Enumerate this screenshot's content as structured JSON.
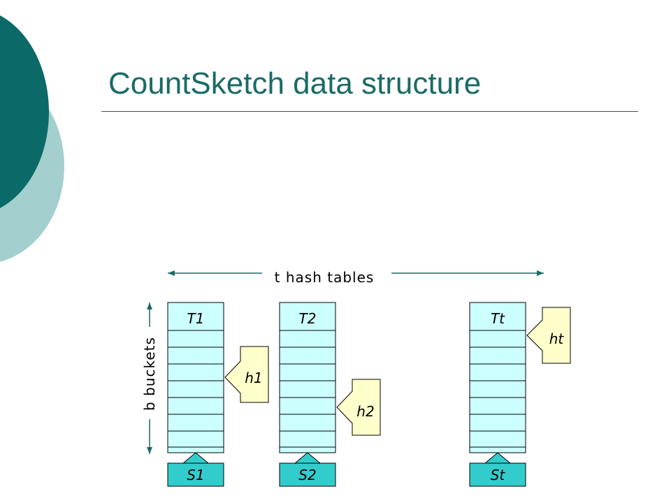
{
  "title": "CountSketch data structure",
  "labels": {
    "hash_tables": "t hash tables",
    "buckets": "b buckets"
  },
  "tables": [
    {
      "name": "T1",
      "hash": "h1",
      "sketch": "S1"
    },
    {
      "name": "T2",
      "hash": "h2",
      "sketch": "S2"
    },
    {
      "name": "Tt",
      "hash": "ht",
      "sketch": "St"
    }
  ],
  "colors": {
    "title": "#1a6b66",
    "bucket_fill": "#ccffff",
    "hash_fill": "#ffffcc",
    "sketch_fill": "#33cccc",
    "arrow": "#1a6b66",
    "decor_dark": "#0b6a67",
    "decor_light": "#a4cfcf"
  }
}
